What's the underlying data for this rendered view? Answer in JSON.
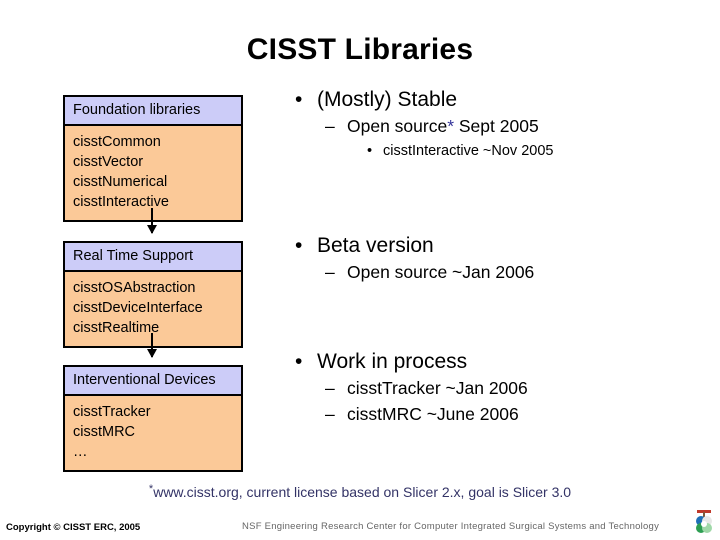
{
  "slide": {
    "title": "CISST Libraries"
  },
  "diagram": {
    "boxes": [
      {
        "header": "Foundation libraries",
        "items": [
          "cisstCommon",
          "cisstVector",
          "cisstNumerical",
          "cisstInteractive"
        ]
      },
      {
        "header": "Real Time Support",
        "items": [
          "cisstOSAbstraction",
          "cisstDeviceInterface",
          "cisstRealtime"
        ]
      },
      {
        "header": "Interventional Devices",
        "items": [
          "cisstTracker",
          "cisstMRC",
          "…"
        ]
      }
    ],
    "header_color": "#ccccf8",
    "body_color": "#fbc998",
    "border_color": "#000000"
  },
  "content": {
    "groups": [
      {
        "heading": "(Mostly) Stable",
        "sub": "Open source",
        "sub_star": "*",
        "sub_tail": " Sept 2005",
        "subsub": "cisstInteractive ~Nov 2005"
      },
      {
        "heading": "Beta version",
        "sub": "Open source ~Jan 2006"
      },
      {
        "heading": "Work in process",
        "sub1": "cisstTracker ~Jan 2006",
        "sub2": "cisstMRC ~June 2006"
      }
    ],
    "bullet_level1": "•",
    "bullet_level2": "–",
    "bullet_level3": "•"
  },
  "footnote": {
    "star": "*",
    "text": "www.cisst.org, current license based on Slicer 2.x, goal is Slicer 3.0",
    "color": "#333366"
  },
  "footer": {
    "copyright": "Copyright © CISST ERC, 2005",
    "erc": "NSF Engineering Research Center for Computer Integrated Surgical Systems and Technology"
  }
}
